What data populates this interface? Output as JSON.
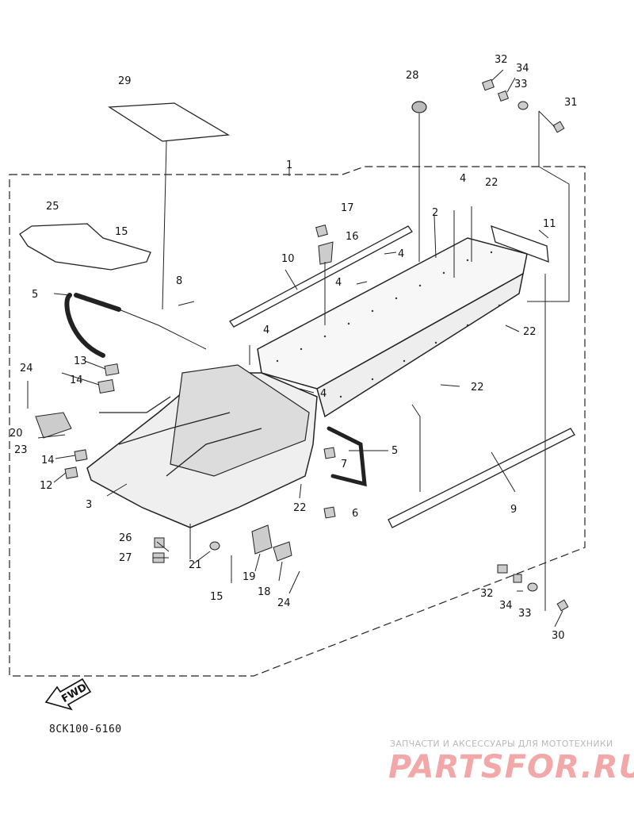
{
  "diagram": {
    "part_code": "8CK100-6160",
    "fwd_label": "FWD",
    "labels": {
      "p1": "1",
      "p2": "2",
      "p3": "3",
      "p4a": "4",
      "p4b": "4",
      "p4c": "4",
      "p4d": "4",
      "p4e": "4",
      "p5a": "5",
      "p5b": "5",
      "p6": "6",
      "p7": "7",
      "p8": "8",
      "p9": "9",
      "p10": "10",
      "p11": "11",
      "p12": "12",
      "p13": "13",
      "p14a": "14",
      "p14b": "14",
      "p15a": "15",
      "p15b": "15",
      "p16": "16",
      "p17": "17",
      "p18": "18",
      "p19": "19",
      "p20": "20",
      "p21": "21",
      "p22a": "22",
      "p22b": "22",
      "p22c": "22",
      "p22d": "22",
      "p23": "23",
      "p24a": "24",
      "p24b": "24",
      "p25": "25",
      "p26": "26",
      "p27": "27",
      "p28": "28",
      "p29": "29",
      "p30": "30",
      "p31": "31",
      "p32a": "32",
      "p32b": "32",
      "p33a": "33",
      "p33b": "33",
      "p34a": "34",
      "p34b": "34"
    }
  },
  "watermark": {
    "tagline": "ЗАПЧАСТИ И АКСЕССУАРЫ ДЛЯ МОТОТЕХНИКИ",
    "logo": "PARTSFOR.RU"
  }
}
